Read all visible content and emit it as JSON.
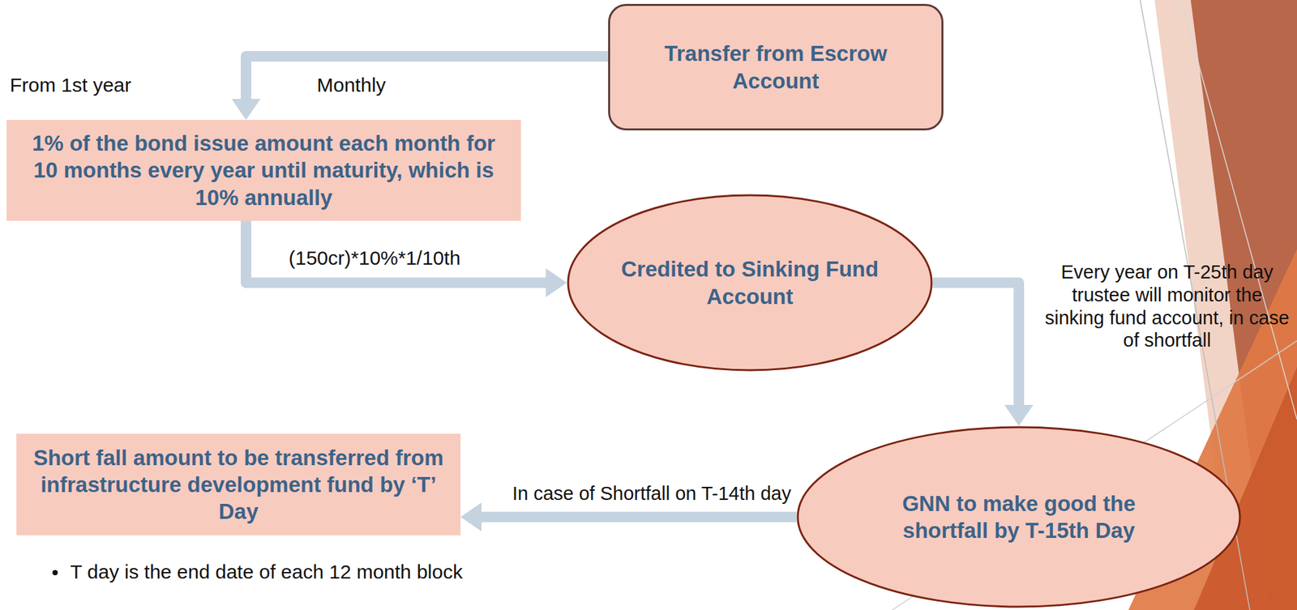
{
  "diagram": {
    "nodes": [
      {
        "text": [
          "Transfer from Escrow Account"
        ]
      },
      {
        "text": [
          "1% of the bond issue amount each month for 10 months every year until maturity, which is 10% annually"
        ]
      },
      {
        "text": [
          "Credited to Sinking Fund Account"
        ]
      },
      {
        "text": [
          "GNN to make good the shortfall by T-15th Day"
        ]
      },
      {
        "text": [
          "Short fall amount to be transferred from infrastructure development fund by ‘T’ Day"
        ]
      }
    ],
    "edges": [
      {
        "from": 0,
        "to": 1,
        "arrow": "to",
        "label": "Monthly"
      },
      {
        "from": 1,
        "to": 2,
        "arrow": "to",
        "label": "(150cr)*10%*1/10th"
      },
      {
        "from": 2,
        "to": 3,
        "arrow": "to",
        "label": "Every year on T-25th day trustee will monitor the sinking fund account, in case of shortfall"
      },
      {
        "from": 3,
        "to": 4,
        "arrow": "to",
        "label": "In case of Shortfall on T-14th day"
      }
    ],
    "labels": [
      "From 1st year",
      "T day is the end date of each 12 month block"
    ]
  }
}
